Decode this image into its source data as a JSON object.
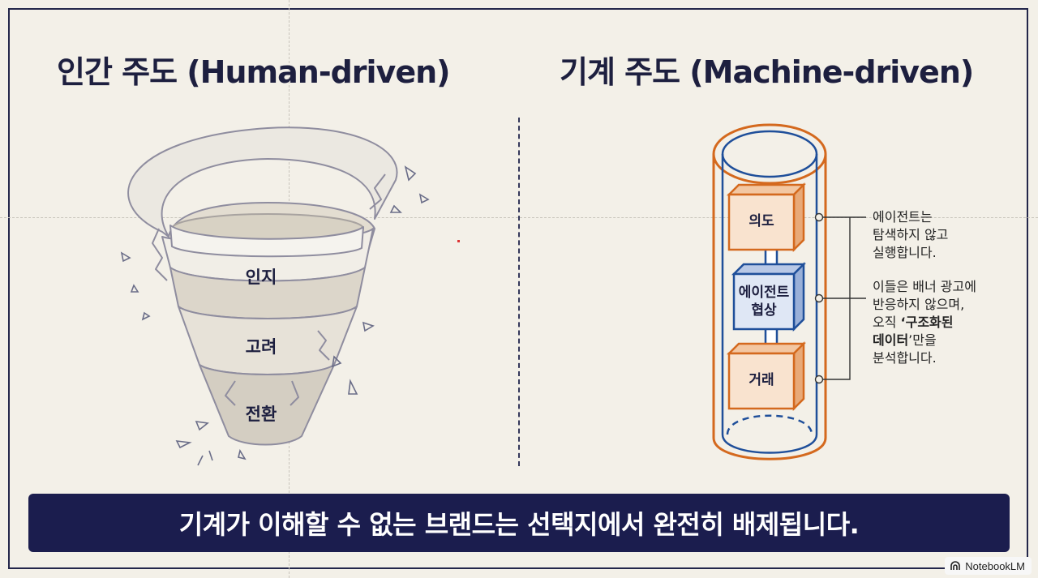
{
  "left": {
    "title": "인간 주도 (Human-driven)",
    "funnel_stages": [
      "인지",
      "고려",
      "전환"
    ]
  },
  "right": {
    "title": "기계 주도 (Machine-driven)",
    "pipeline": [
      "의도",
      "에이전트 협상",
      "거래"
    ],
    "notes": {
      "note1": "에이전트는\n탐색하지 않고\n실행합니다.",
      "note2_line1": "이들은 배너 광고에",
      "note2_line2": "반응하지 않으며,",
      "note2_prefix": "오직 ",
      "note2_bold1": "‘구조화된",
      "note2_bold2": "데이터",
      "note2_suffix": "’만을",
      "note2_line5": "분석합니다."
    }
  },
  "banner": "기계가 이해할 수 없는 브랜드는 선택지에서 완전히 배제됩니다.",
  "badge": "NotebookLM",
  "colors": {
    "navy": "#1b1d4e",
    "orange": "#d4691e",
    "blue": "#1f4f9a",
    "background": "#f3f0e8"
  }
}
